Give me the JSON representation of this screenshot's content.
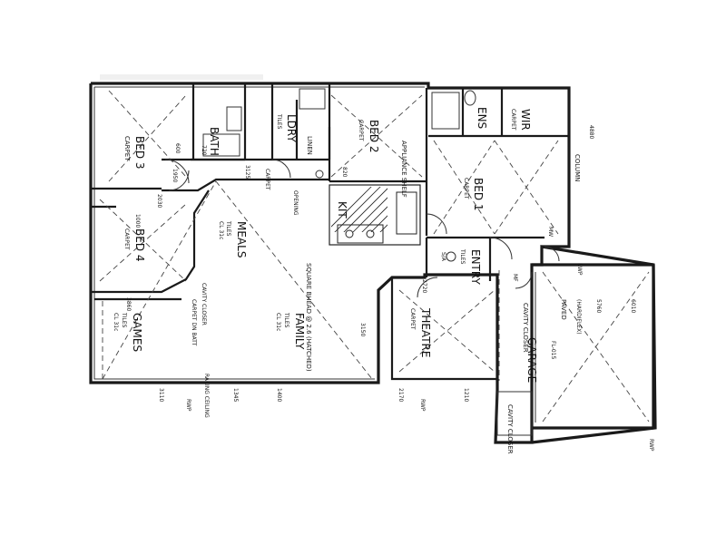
{
  "rooms": {
    "bed3": {
      "name": "BED 3",
      "finish": "CARPET"
    },
    "bath": {
      "name": "BATH"
    },
    "ldry": {
      "name": "LDRY",
      "finish": "TILES"
    },
    "bed2": {
      "name": "BED 2",
      "finish": "CARPET"
    },
    "ens": {
      "name": "ENS"
    },
    "wir": {
      "name": "WIR",
      "finish": "CARPET"
    },
    "bed1": {
      "name": "BED 1",
      "finish": "CARPET"
    },
    "bed4": {
      "name": "BED 4",
      "finish": "CARPET"
    },
    "meals": {
      "name": "MEALS",
      "finish": "TILES",
      "ceiling": "CL 31c"
    },
    "kit": {
      "name": "KIT"
    },
    "family": {
      "name": "FAMILY",
      "finish": "TILES",
      "ceiling": "CL 31c"
    },
    "games": {
      "name": "GAMES",
      "finish": "TILES",
      "ceiling": "CL 31c"
    },
    "theatre": {
      "name": "THEATRE",
      "finish": "CARPET"
    },
    "entry": {
      "name": "ENTRY",
      "finish": "TILES"
    },
    "garage": {
      "name": "GARAGE"
    }
  },
  "annotations": {
    "appliance_shelf": "APPLIANCE SHELF",
    "linen": "LINEN",
    "square_bulkhead": "SQUARE BHEAD @ 2.6 (HATCHED)",
    "opening": "OPENING",
    "cavity_closer_1": "CAVITY CLOSER",
    "cavity_closer_2": "CAVITY CLOSER",
    "cavity_closer_3": "CAVITY CLOSER",
    "column": "COLUMN",
    "mw": "MW",
    "mf": "MF",
    "carpet_wall": "CARPET",
    "raking_ceiling": "RAKING CEILING",
    "paved": "PAVED",
    "hardiflex": "(HARDIFLEX)",
    "garage_floor": "FL-015",
    "games_note": "CARPET DN BATT"
  },
  "dimensions": {
    "d3125": "3125",
    "d1950": "1950",
    "d1000": "1000",
    "d3860": "3860",
    "d2720": "2720",
    "d820": "820",
    "d720": "720",
    "d3150": "3150",
    "d600": "600",
    "d2030": "2030",
    "d1345": "1345",
    "d1400": "1400",
    "d3110": "3110",
    "d1210": "1210",
    "d5760": "5760",
    "d6010": "6010",
    "d4880": "4880",
    "d2170": "2170"
  },
  "markers": {
    "rwp1": "RWP",
    "rwp2": "RWP",
    "rwp3": "RWP",
    "rwp4": "RWP",
    "sa": "S/A"
  }
}
